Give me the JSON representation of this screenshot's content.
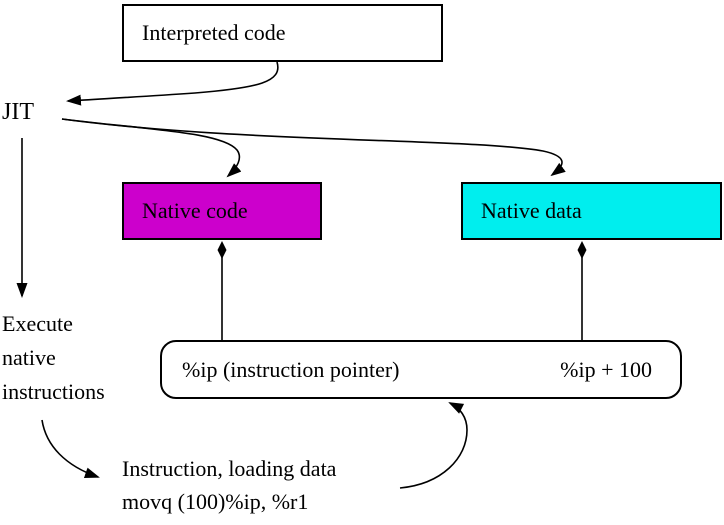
{
  "diagram": {
    "interpreted_code_label": "Interpreted code",
    "jit_label": "JIT",
    "execute_lines": [
      "Execute",
      "native",
      "instructions"
    ],
    "native_code_label": "Native code",
    "native_data_label": "Native data",
    "ip_left_label": "%ip (instruction pointer)",
    "ip_right_label": "%ip + 100",
    "bottom_lines": [
      "Instruction, loading data",
      "movq (100)%ip, %r1"
    ]
  },
  "colors": {
    "native_code_fill": "#CC00CC",
    "native_data_fill": "#00EEEE",
    "line_color": "#000000",
    "background": "#FFFFFF"
  }
}
